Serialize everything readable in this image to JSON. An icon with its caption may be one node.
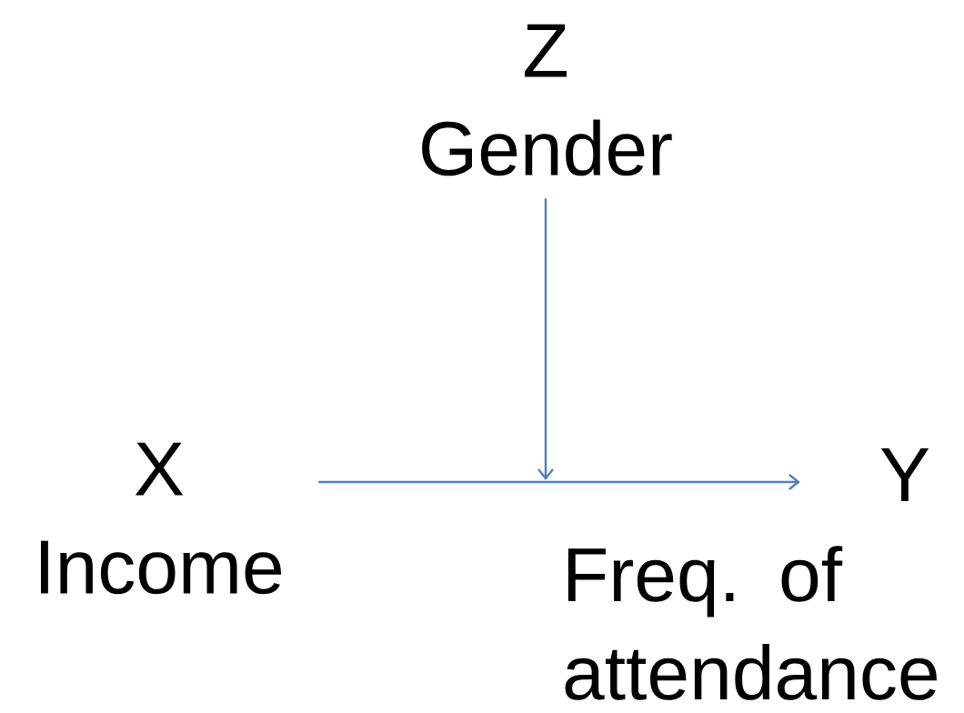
{
  "diagram": {
    "nodes": [
      {
        "text": [
          "Z",
          "Gender"
        ]
      },
      {
        "text": [
          "X",
          "Income"
        ]
      },
      {
        "text": [
          "Y"
        ],
        "beside": [
          "Freq. of attendance"
        ]
      }
    ],
    "edges": [
      {
        "from": 1,
        "to": 2,
        "arrow": "to"
      },
      {
        "from": 0,
        "to": null,
        "arrow": "to"
      }
    ]
  }
}
